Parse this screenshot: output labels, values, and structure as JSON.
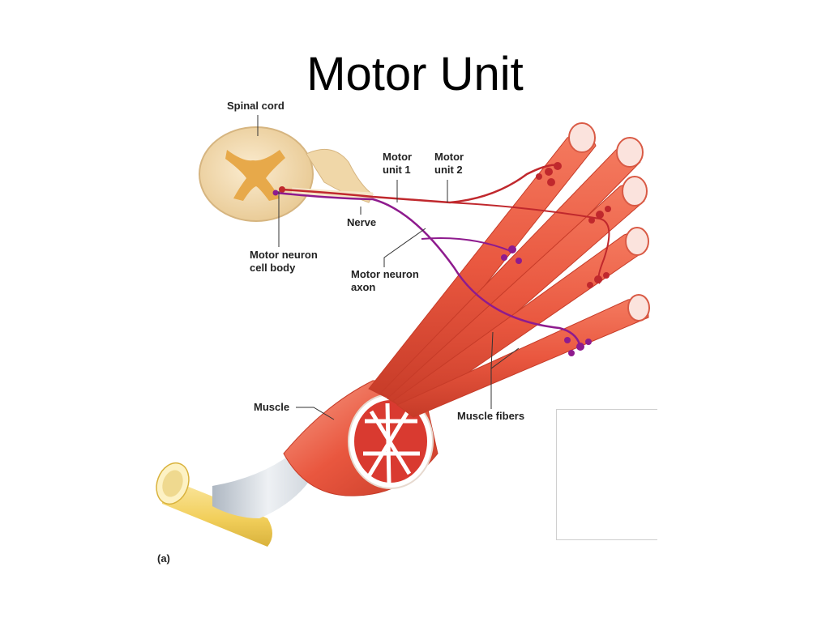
{
  "slide": {
    "title": "Motor Unit"
  },
  "labels": {
    "spinal_cord": "Spinal cord",
    "motor_unit_1": [
      "Motor",
      "unit 1"
    ],
    "motor_unit_2": [
      "Motor",
      "unit 2"
    ],
    "nerve": "Nerve",
    "motor_neuron_cell_body": [
      "Motor neuron",
      "cell body"
    ],
    "motor_neuron_axon": [
      "Motor neuron",
      "axon"
    ],
    "muscle": "Muscle",
    "muscle_fibers": "Muscle fibers",
    "panel": "(a)"
  },
  "colors": {
    "muscle_red": "#e9573f",
    "muscle_dark": "#c63b28",
    "unit1_axon": "#c0282d",
    "unit2_axon": "#8e1b8e",
    "spinal_cord_tan": "#f3dcb2",
    "gray_matter": "#e7a94a",
    "bone_yellow": "#f5d76e",
    "tendon": "#cfd6de"
  }
}
